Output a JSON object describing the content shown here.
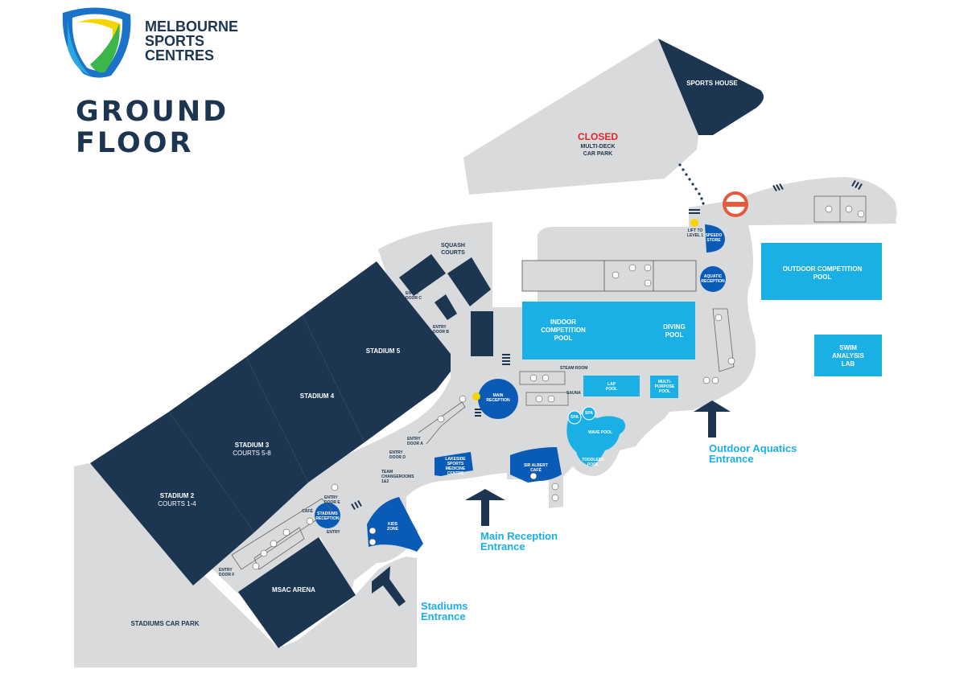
{
  "brand": {
    "lines": [
      "MELBOURNE",
      "SPORTS",
      "CENTRES"
    ]
  },
  "title": {
    "line1": "GROUND",
    "line2": "FLOOR"
  },
  "colors": {
    "navy": "#1c3550",
    "floor": "#d9dadb",
    "pool": "#1ab0e6",
    "blue": "#0a5bb5",
    "closed_red": "#e0262c",
    "yellow": "#f5d400"
  },
  "areas": {
    "sports_house": "SPORTS HOUSE",
    "closed": "CLOSED",
    "car_park_line1": "MULTI-DECK",
    "car_park_line2": "CAR PARK",
    "squash_line1": "SQUASH",
    "squash_line2": "COURTS",
    "stadium5": "STADIUM 5",
    "stadium4": "STADIUM 4",
    "stadium3": "STADIUM 3",
    "stadium3_sub": "COURTS 5-8",
    "stadium2": "STADIUM 2",
    "stadium2_sub": "COURTS 1-4",
    "msac_arena": "MSAC ARENA",
    "stadiums_car_park": "STADIUMS CAR PARK",
    "indoor_pool_l1": "INDOOR",
    "indoor_pool_l2": "COMPETITION",
    "indoor_pool_l3": "POOL",
    "diving_l1": "DIVING",
    "diving_l2": "POOL",
    "outdoor_pool_l1": "OUTDOOR COMPETITION",
    "outdoor_pool_l2": "POOL",
    "swim_lab_l1": "SWIM",
    "swim_lab_l2": "ANALYSIS",
    "swim_lab_l3": "LAB",
    "lap_l1": "LAP",
    "lap_l2": "POOL",
    "multi_l1": "MULTI-",
    "multi_l2": "PURPOSE",
    "multi_l3": "POOL",
    "wave_pool": "WAVE POOL",
    "toddlers_l1": "TODDLERS",
    "toddlers_l2": "POOL",
    "spa": "SPA",
    "steam_room": "STEAM ROOM",
    "sauna": "SAUNA",
    "main_reception_l1": "MAIN",
    "main_reception_l2": "RECEPTION",
    "aquatic_reception_l1": "AQUATIC",
    "aquatic_reception_l2": "RECEPTION",
    "speedo_l1": "SPEEDO",
    "speedo_l2": "STORE",
    "lift_l1": "LIFT TO",
    "lift_l2": "LEVEL 1",
    "lakeside_l1": "LAKESIDE",
    "lakeside_l2": "SPORTS",
    "lakeside_l3": "MEDICINE",
    "lakeside_l4": "CENTRE",
    "sir_albert_l1": "SIR ALBERT",
    "sir_albert_l2": "CAFÉ",
    "kids_l1": "KIDS",
    "kids_l2": "ZONE",
    "stadiums_reception_l1": "STADIUMS",
    "stadiums_reception_l2": "RECEPTION",
    "cafe": "CAFÉ",
    "entry": "ENTRY",
    "team_l1": "TEAM",
    "team_l2": "CHANGEROOMS",
    "team_l3": "1&2",
    "door_a_l1": "ENTRY",
    "door_a_l2": "DOOR A",
    "door_b_l1": "ENTRY",
    "door_b_l2": "DOOR B",
    "door_c_l1": "ENTRY",
    "door_c_l2": "DOOR C",
    "door_d_l1": "ENTRY",
    "door_d_l2": "DOOR D",
    "door_e_l1": "ENTRY",
    "door_e_l2": "DOOR E",
    "door_f_l1": "ENTRY",
    "door_f_l2": "DOOR F"
  },
  "entrances": {
    "outdoor_l1": "Outdoor Aquatics",
    "outdoor_l2": "Entrance",
    "main_l1": "Main Reception",
    "main_l2": "Entrance",
    "stadiums_l1": "Stadiums",
    "stadiums_l2": "Entrance"
  },
  "icons": [
    "toilet-icon",
    "accessible-icon",
    "stairs-icon",
    "lift-icon",
    "cafe-icon",
    "no-entry-icon",
    "entrance-arrow-icon"
  ]
}
